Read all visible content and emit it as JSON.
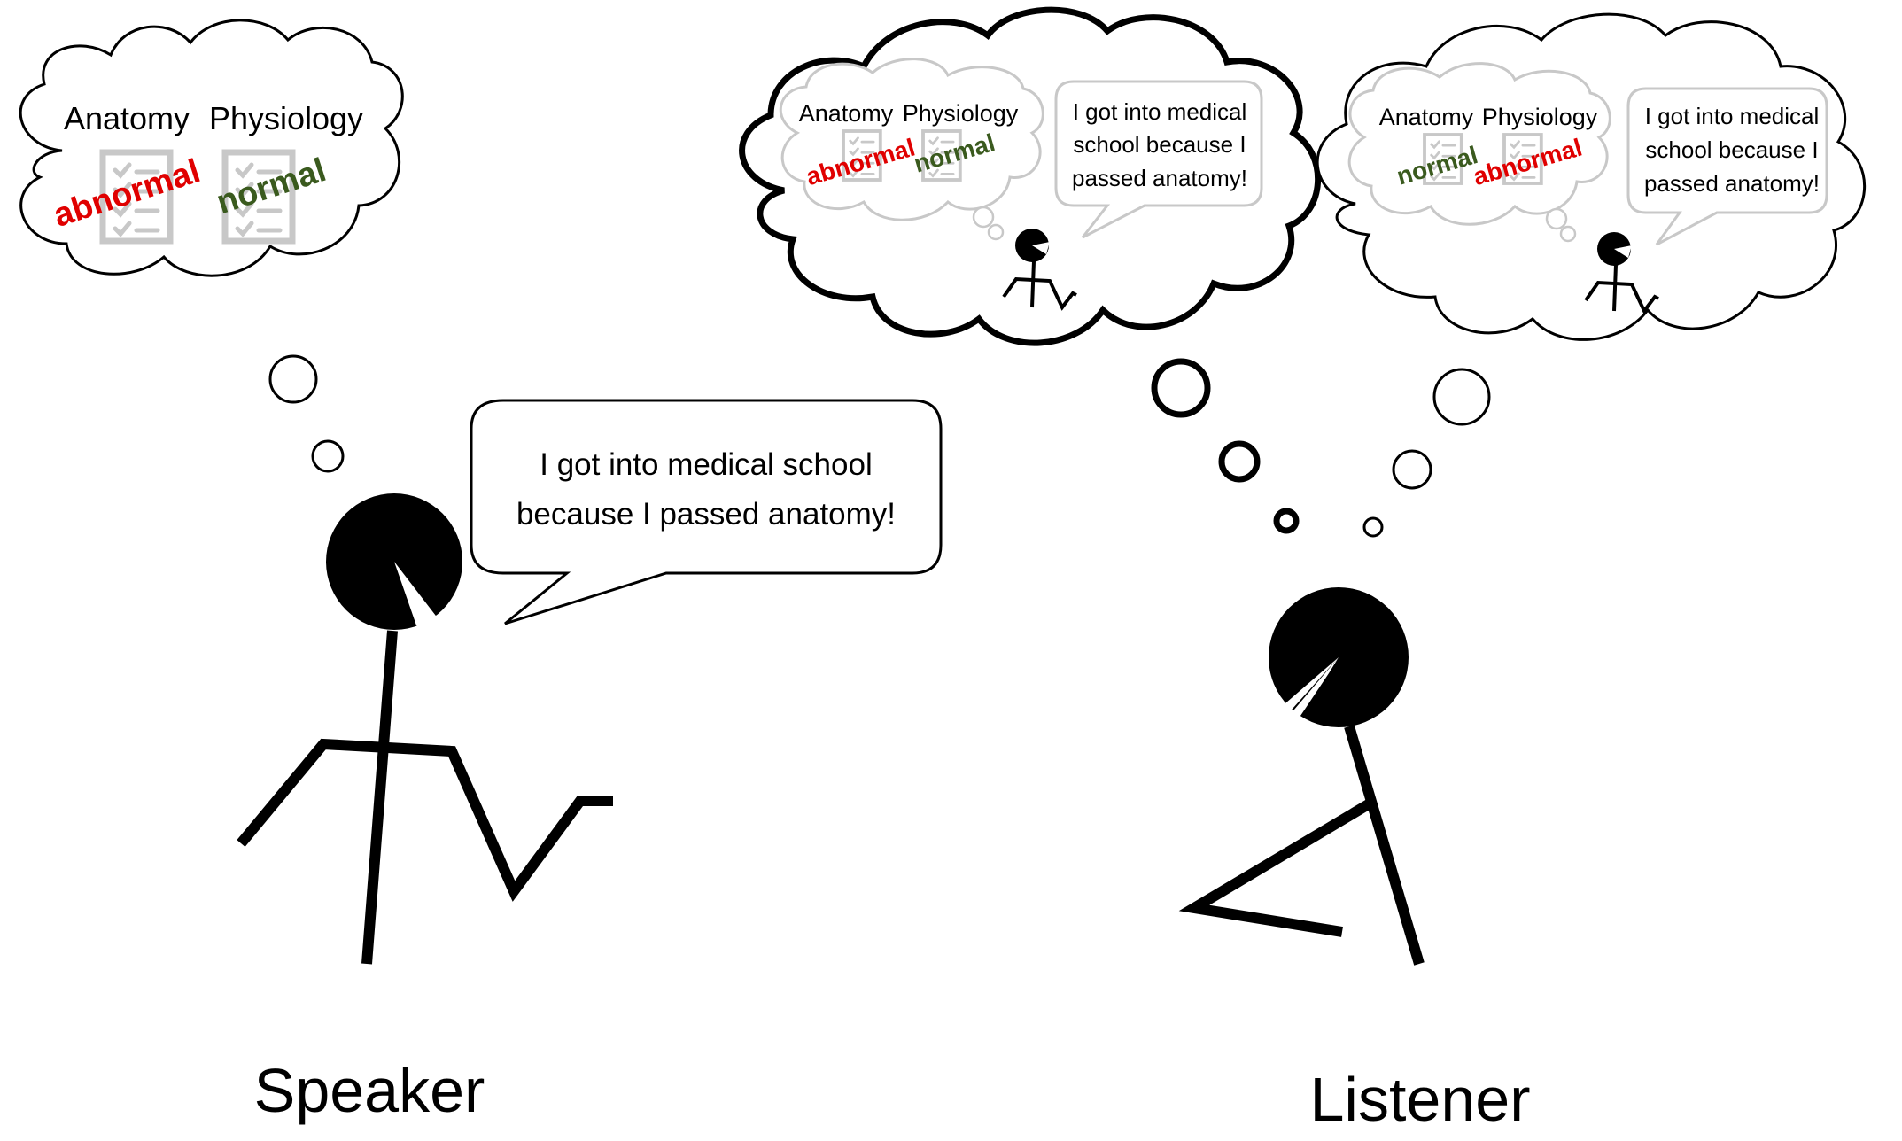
{
  "speaker": {
    "label": "Speaker",
    "speech": {
      "line1": "I got into medical school",
      "line2": "because I passed anatomy!"
    },
    "thought": {
      "anatomy_label": "Anatomy",
      "physiology_label": "Physiology",
      "anatomy_result": "abnormal",
      "physiology_result": "normal"
    }
  },
  "listener": {
    "label": "Listener",
    "thought_a": {
      "anatomy_label": "Anatomy",
      "physiology_label": "Physiology",
      "anatomy_result": "abnormal",
      "physiology_result": "normal",
      "speech_line1": "I got into medical",
      "speech_line2": "school because I",
      "speech_line3": "passed anatomy!"
    },
    "thought_b": {
      "anatomy_label": "Anatomy",
      "physiology_label": "Physiology",
      "anatomy_result": "normal",
      "physiology_result": "abnormal",
      "speech_line1": "I got into medical",
      "speech_line2": "school because I",
      "speech_line3": "passed anatomy!"
    }
  },
  "colors": {
    "abnormal": "#e00000",
    "normal": "#3a5a1e",
    "checklist_gray": "#c8c8c8",
    "outline": "#000000"
  },
  "icons": {
    "checklist": "checklist-icon",
    "stick_figure": "stick-figure",
    "thought_cloud": "thought-cloud",
    "speech_bubble": "speech-bubble"
  }
}
